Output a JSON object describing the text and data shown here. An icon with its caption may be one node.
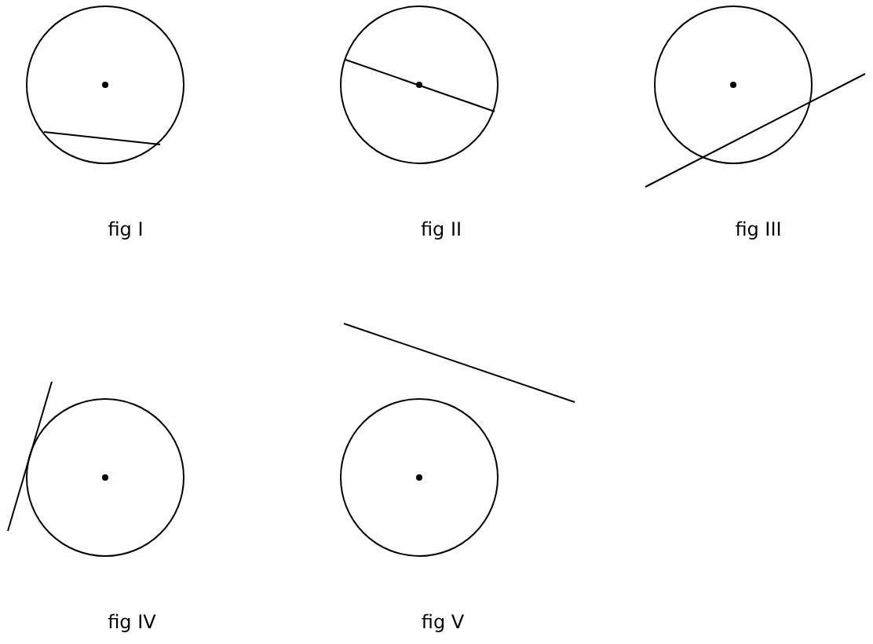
{
  "diagram": {
    "labels": [
      "fig I",
      "fig II",
      "fig III",
      "fig IV",
      "fig V"
    ]
  }
}
